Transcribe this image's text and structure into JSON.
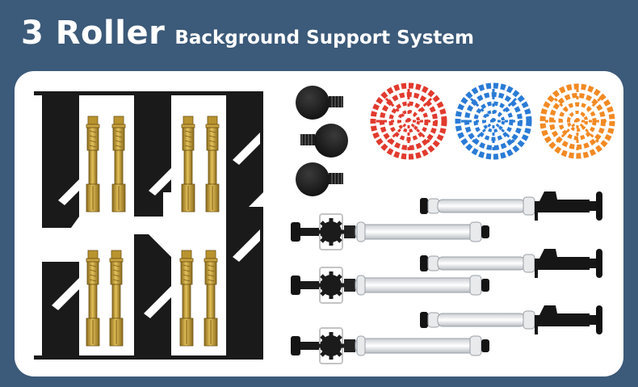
{
  "header": {
    "title_bold": "3 Roller",
    "title_rest": "Background Support System"
  },
  "colors": {
    "background": "#3c5a79",
    "panel": "#ffffff",
    "bracket": "#1a1a1a",
    "bolt": "#c9a43a",
    "chain_red": "#e23a2e",
    "chain_blue": "#2a7bd6",
    "chain_orange": "#f28a24"
  },
  "items": [
    {
      "name": "mounting-bracket",
      "icon": "bracket-icon"
    },
    {
      "name": "expansion-bolt",
      "icon": "bolt-icon"
    },
    {
      "name": "counterweight",
      "icon": "weight-icon"
    },
    {
      "name": "chain",
      "icon": "chain-icon"
    },
    {
      "name": "roller-end-drive",
      "icon": "roller-drive-icon"
    },
    {
      "name": "roller-end-plug",
      "icon": "roller-plug-icon"
    }
  ]
}
